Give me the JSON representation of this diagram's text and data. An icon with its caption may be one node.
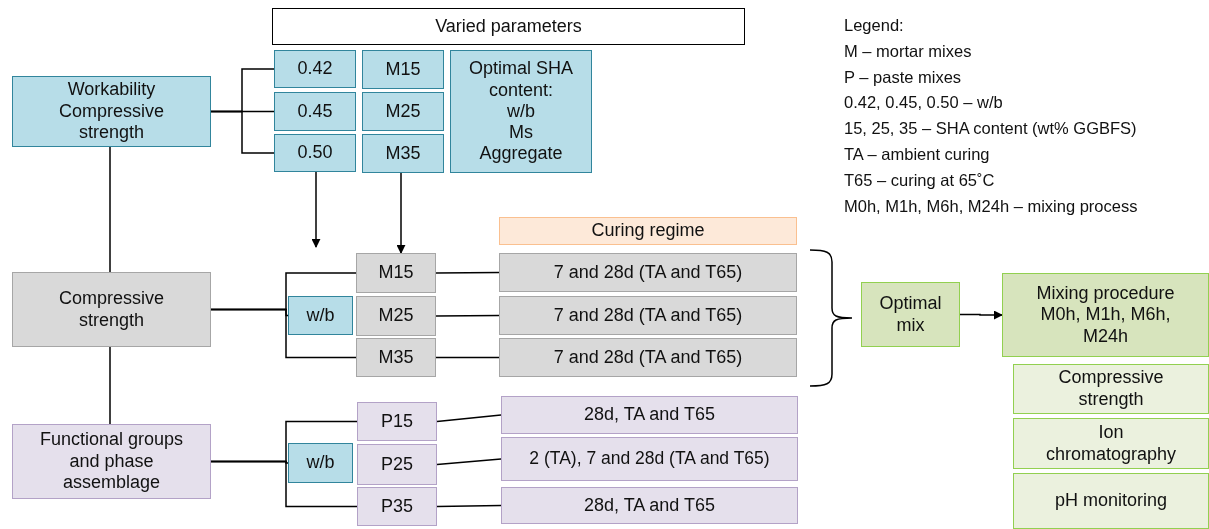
{
  "diagram": {
    "nodes": [
      {
        "text": [
          "Varied parameters"
        ]
      },
      {
        "text": [
          "Workability Compressive strength"
        ]
      },
      {
        "text": [
          "0.42"
        ]
      },
      {
        "text": [
          "0.45"
        ]
      },
      {
        "text": [
          "0.50"
        ]
      },
      {
        "text": [
          "M15"
        ]
      },
      {
        "text": [
          "M25"
        ]
      },
      {
        "text": [
          "M35"
        ]
      },
      {
        "text": [
          "Optimal SHA content:",
          "w/b",
          "Ms",
          "Aggregate"
        ]
      },
      {
        "text": [
          "Curing regime"
        ]
      },
      {
        "text": [
          "Compressive strength"
        ]
      },
      {
        "text": [
          "w/b"
        ]
      },
      {
        "text": [
          "M15"
        ]
      },
      {
        "text": [
          "M25"
        ]
      },
      {
        "text": [
          "M35"
        ]
      },
      {
        "text": [
          "7 and 28d (TA and T65)"
        ]
      },
      {
        "text": [
          "7 and 28d (TA and T65)"
        ]
      },
      {
        "text": [
          "7 and 28d (TA and T65)"
        ]
      },
      {
        "text": [
          "Functional groups and phase assemblage"
        ]
      },
      {
        "text": [
          "w/b"
        ]
      },
      {
        "text": [
          "P15"
        ]
      },
      {
        "text": [
          "P25"
        ]
      },
      {
        "text": [
          "P35"
        ]
      },
      {
        "text": [
          "28d, TA and T65"
        ]
      },
      {
        "text": [
          "2 (TA), 7 and 28d (TA and T65)"
        ]
      },
      {
        "text": [
          "28d, TA and T65"
        ]
      },
      {
        "text": [
          "Optimal mix"
        ]
      },
      {
        "text": [
          "Mixing procedure M0h, M1h, M6h, M24h"
        ]
      },
      {
        "text": [
          "Compressive strength"
        ]
      },
      {
        "text": [
          "Ion chromatography"
        ]
      },
      {
        "text": [
          "pH monitoring"
        ]
      }
    ],
    "edges": [
      {
        "from": 1,
        "to": 2,
        "arrow": "none"
      },
      {
        "from": 1,
        "to": 3,
        "arrow": "none"
      },
      {
        "from": 1,
        "to": 4,
        "arrow": "none"
      },
      {
        "from": 4,
        "to": null,
        "arrow": "to"
      },
      {
        "from": 7,
        "to": 12,
        "arrow": "to"
      },
      {
        "from": 1,
        "to": 10,
        "arrow": "none"
      },
      {
        "from": 10,
        "to": 18,
        "arrow": "none"
      },
      {
        "from": 10,
        "to": 12,
        "arrow": "none"
      },
      {
        "from": 10,
        "to": 11,
        "arrow": "none"
      },
      {
        "from": 10,
        "to": 14,
        "arrow": "none"
      },
      {
        "from": 12,
        "to": 15,
        "arrow": "none"
      },
      {
        "from": 13,
        "to": 16,
        "arrow": "none"
      },
      {
        "from": 14,
        "to": 17,
        "arrow": "none"
      },
      {
        "from": 18,
        "to": 20,
        "arrow": "none"
      },
      {
        "from": 18,
        "to": 19,
        "arrow": "none"
      },
      {
        "from": 18,
        "to": 22,
        "arrow": "none"
      },
      {
        "from": 20,
        "to": 23,
        "arrow": "none"
      },
      {
        "from": 21,
        "to": 24,
        "arrow": "none"
      },
      {
        "from": 22,
        "to": 25,
        "arrow": "none"
      },
      {
        "from": 26,
        "to": 27,
        "arrow": "to"
      }
    ],
    "labels": [
      "Legend:",
      "M – mortar mixes",
      "P – paste mixes",
      "0.42, 0.45, 0.50 – w/b",
      "15, 25, 35 – SHA content (wt% GGBFS)",
      "TA – ambient curing",
      "T65 – curing at 65˚C",
      "M0h, M1h, M6h, M24h – mixing process"
    ]
  }
}
